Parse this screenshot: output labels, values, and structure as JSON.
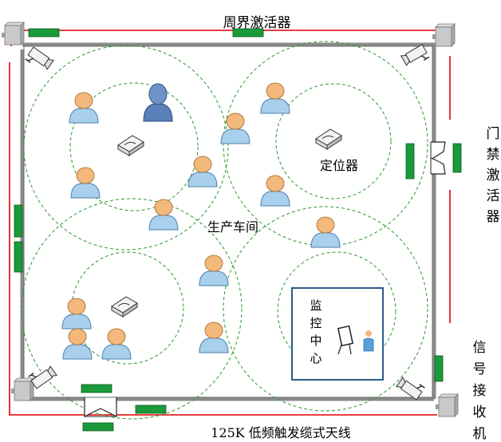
{
  "labels": {
    "perimeter_exciter": "周界激活器",
    "door_exciter": "门禁激活器",
    "locator": "定位器",
    "workshop": "生产车间",
    "monitor_center": "监控中心",
    "signal_receiver": "信号接收机",
    "antenna": "125K 低频触发缆式天线"
  },
  "colors": {
    "antenna_line": "#e00000",
    "wall": "#8a8a8a",
    "exciter": "#1a9a3a",
    "range_circle": "#2a9a2a",
    "person_body": "#a8d0ec",
    "person_head": "#f3b97c",
    "supervisor": "#5b7fb8"
  },
  "icons": {
    "locator": "locator-device-icon",
    "camera": "camera-icon",
    "person": "worker-icon",
    "supervisor": "supervisor-icon",
    "receiver": "signal-receiver-icon",
    "board": "whiteboard-icon"
  }
}
